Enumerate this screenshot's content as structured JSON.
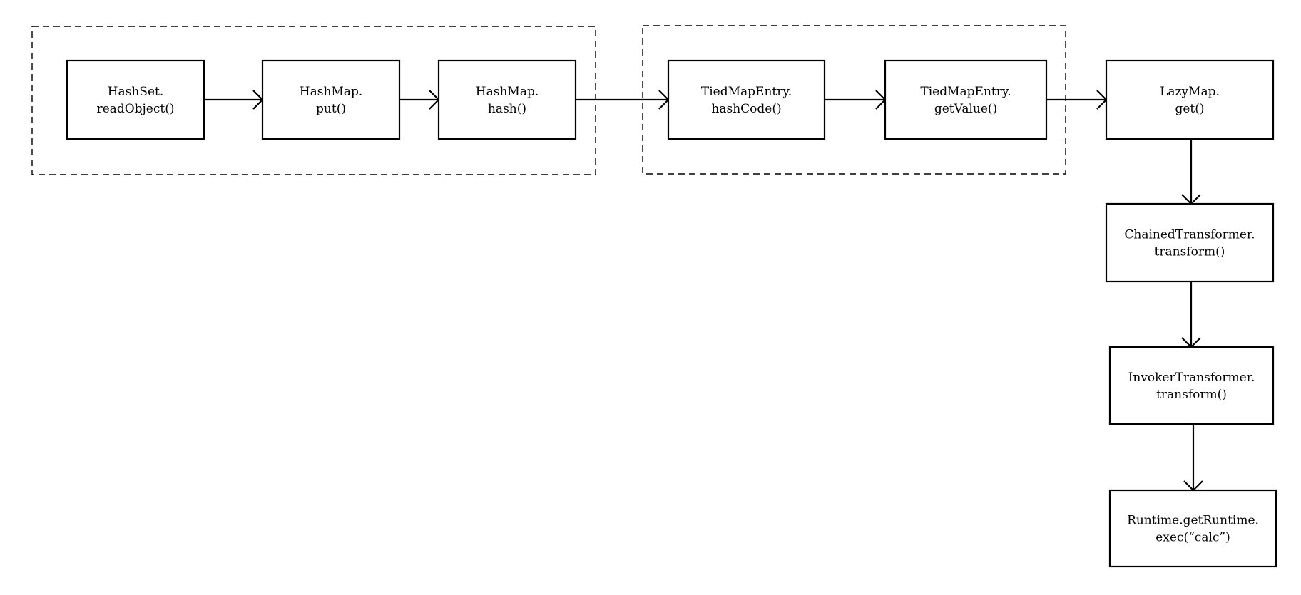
{
  "diagram": {
    "title": "",
    "groups": [
      {
        "id": "group-hashset-hashmap"
      },
      {
        "id": "group-tiedmapentry"
      }
    ],
    "nodes": [
      {
        "id": "hashset-readobject",
        "lines": [
          "HashSet.",
          "readObject()"
        ]
      },
      {
        "id": "hashmap-put",
        "lines": [
          "HashMap.",
          "put()"
        ]
      },
      {
        "id": "hashmap-hash",
        "lines": [
          "HashMap.",
          "hash()"
        ]
      },
      {
        "id": "tiedmapentry-hashcode",
        "lines": [
          "TiedMapEntry.",
          "hashCode()"
        ]
      },
      {
        "id": "tiedmapentry-getvalue",
        "lines": [
          "TiedMapEntry.",
          "getValue()"
        ]
      },
      {
        "id": "lazymap-get",
        "lines": [
          "LazyMap.",
          "get()"
        ]
      },
      {
        "id": "chainedtransformer-transform",
        "lines": [
          "ChainedTransformer.",
          "transform()"
        ]
      },
      {
        "id": "invokertransformer-transform",
        "lines": [
          "InvokerTransformer.",
          "transform()"
        ]
      },
      {
        "id": "runtime-exec",
        "lines": [
          "Runtime.getRuntime.",
          "exec(“calc”)"
        ]
      }
    ],
    "edges": [
      {
        "from": "hashset-readobject",
        "to": "hashmap-put"
      },
      {
        "from": "hashmap-put",
        "to": "hashmap-hash"
      },
      {
        "from": "hashmap-hash",
        "to": "tiedmapentry-hashcode"
      },
      {
        "from": "tiedmapentry-hashcode",
        "to": "tiedmapentry-getvalue"
      },
      {
        "from": "tiedmapentry-getvalue",
        "to": "lazymap-get"
      },
      {
        "from": "lazymap-get",
        "to": "chainedtransformer-transform"
      },
      {
        "from": "chainedtransformer-transform",
        "to": "invokertransformer-transform"
      },
      {
        "from": "invokertransformer-transform",
        "to": "runtime-exec"
      }
    ]
  }
}
